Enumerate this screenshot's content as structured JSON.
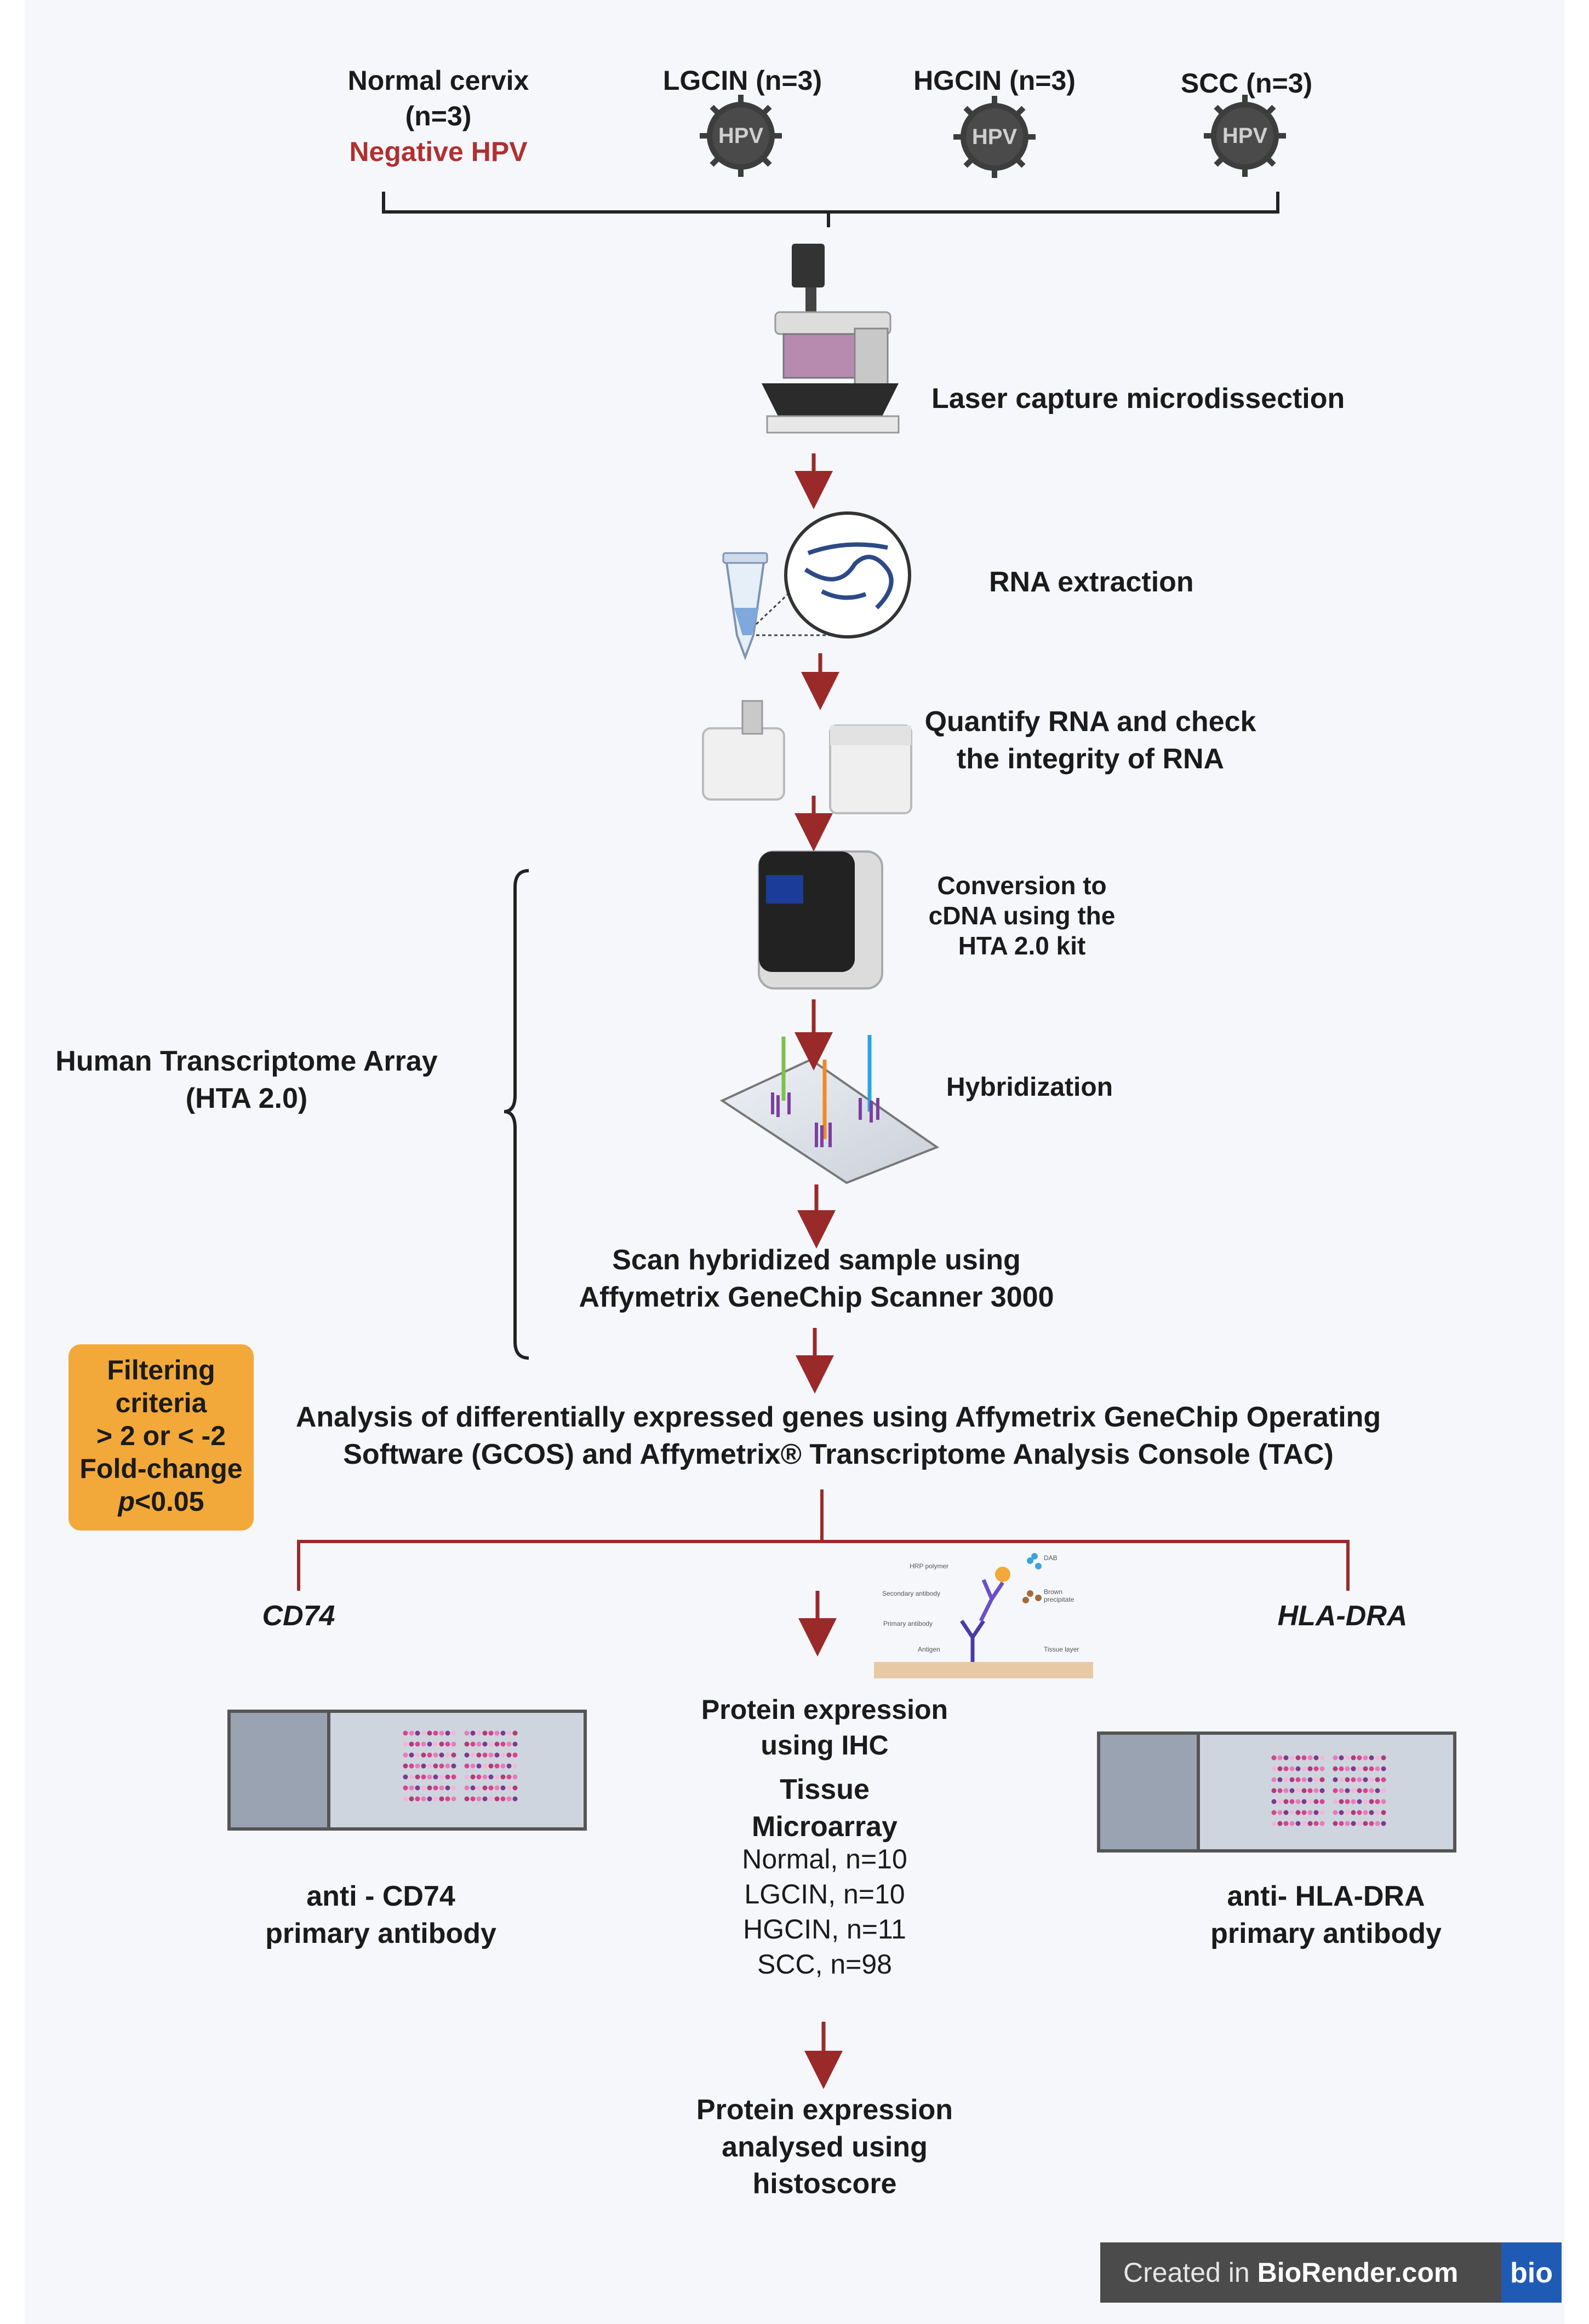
{
  "groups": [
    {
      "label": "Normal cervix",
      "n": "(n=3)",
      "hpv_note": "Negative HPV"
    },
    {
      "label": "LGCIN (n=3)",
      "badge": "HPV"
    },
    {
      "label": "HGCIN (n=3)",
      "badge": "HPV"
    },
    {
      "label": "SCC (n=3)",
      "badge": "HPV"
    }
  ],
  "steps": {
    "lcm": "Laser capture microdissection",
    "rna_extraction": "RNA extraction",
    "quantify_1": "Quantify RNA and check",
    "quantify_2": "the integrity of RNA",
    "conversion_1": "Conversion to",
    "conversion_2": "cDNA using the",
    "conversion_3": "HTA 2.0 kit",
    "hybridization": "Hybridization",
    "scan_1": "Scan hybridized sample using",
    "scan_2": "Affymetrix GeneChip Scanner 3000",
    "analysis_1": "Analysis of differentially expressed genes using Affymetrix GeneChip Operating",
    "analysis_2": "Software (GCOS) and  Affymetrix® Transcriptome Analysis Console (TAC)"
  },
  "hta": {
    "line1": "Human Transcriptome Array",
    "line2": "(HTA 2.0)"
  },
  "filter": {
    "line1": "Filtering",
    "line2": "criteria",
    "line3": "> 2 or < -2",
    "line4": "Fold-change",
    "p_italic": "p",
    "p_rest": "<0.05"
  },
  "genes": {
    "left": "CD74",
    "right": "HLA-DRA"
  },
  "antibodies": {
    "left_1": "anti - CD74",
    "left_2": "primary antibody",
    "right_1": "anti- HLA-DRA",
    "right_2": "primary antibody"
  },
  "ihc": {
    "line1": "Protein expression",
    "line2": "using IHC",
    "tma_1": "Tissue",
    "tma_2": "Microarray",
    "counts": [
      "Normal, n=10",
      "LGCIN, n=10",
      "HGCIN, n=11",
      "SCC, n=98"
    ],
    "labels": [
      "HRP polymer",
      "Secondary antibody",
      "Primary antibody",
      "Antigen",
      "Tissue layer",
      "DAB",
      "Brown precipitate"
    ]
  },
  "final": {
    "line1": "Protein expression",
    "line2": "analysed using",
    "line3": "histoscore"
  },
  "watermark": {
    "created": "Created in ",
    "brand": "BioRender.com",
    "logo": "bio"
  },
  "colors": {
    "arrow": "#9a2a2a",
    "negative_hpv": "#b03030",
    "filter_box": "#f2a93a",
    "line": "#222222",
    "background": "#f5f7fb"
  }
}
